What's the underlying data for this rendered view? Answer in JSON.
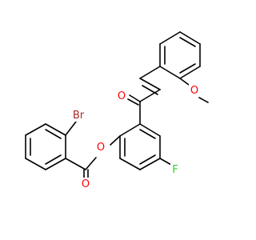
{
  "molecule": {
    "atoms": {
      "br": "Br",
      "o_carbonyl_top": "O",
      "o_methoxy": "O",
      "o_ester": "O",
      "o_carbonyl_bottom": "O",
      "f": "F"
    },
    "colors": {
      "bond": "#000000",
      "bromine": "#a52a2a",
      "oxygen": "#ff0000",
      "fluorine": "#32cd32"
    }
  }
}
